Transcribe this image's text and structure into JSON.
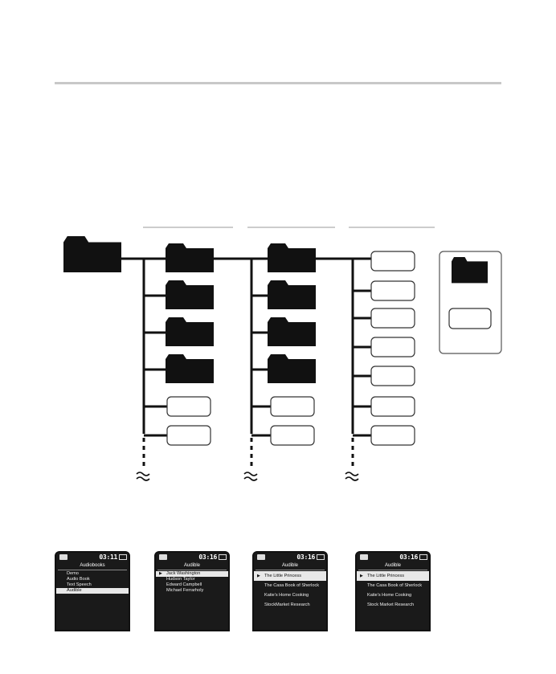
{
  "colors": {
    "line": "#111111",
    "rule": "#c8c8c8",
    "folder": "#111111",
    "file_border": "#333333"
  },
  "icons": [
    "folder-icon",
    "file-icon",
    "break-icon",
    "battery-icon",
    "cursor-icon"
  ],
  "screens": [
    {
      "clock": "03:11",
      "title": "Audiobooks",
      "style": "tight",
      "items": [
        "Demo",
        "Audio Book",
        "Text Speech",
        "Audible"
      ],
      "selected": 3,
      "cursor": false
    },
    {
      "clock": "03:16",
      "title": "Audible",
      "style": "tight",
      "items": [
        "Jack Washington",
        "Hudson Taylor",
        "Edward Campbell",
        "Michael Ferrarholy"
      ],
      "selected": 0,
      "cursor": true
    },
    {
      "clock": "03:16",
      "title": "Audible",
      "style": "loose",
      "items": [
        "The Little Princess",
        "The Casa Book of Sherlock",
        "Katie's Home Cooking",
        "StockMarket Research"
      ],
      "selected": 0,
      "cursor": true
    },
    {
      "clock": "03:16",
      "title": "Audible",
      "style": "loose",
      "items": [
        "The Little Princess",
        "The Casa Book of Sherlock",
        "Katie's Home Cooking",
        "Stock Market Research"
      ],
      "selected": 0,
      "cursor": true
    }
  ]
}
